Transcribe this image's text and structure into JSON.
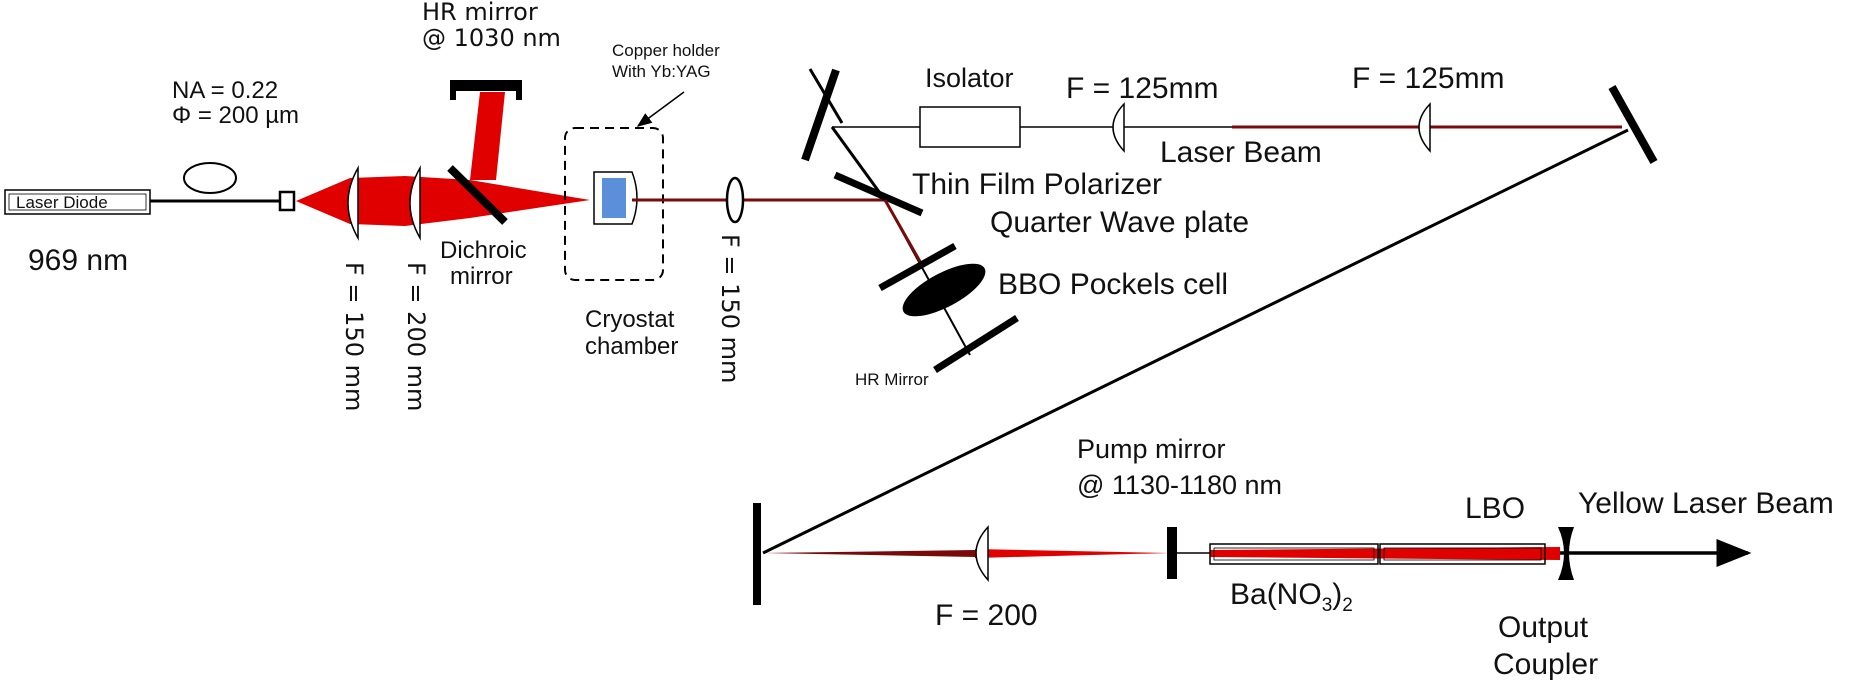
{
  "colors": {
    "beam": "#e00000",
    "dark_beam": "#7a0a0a",
    "crystal": "#5b8fd9",
    "line": "#000000",
    "background": "#ffffff"
  },
  "labels": {
    "laser_diode": "Laser Diode",
    "wavelength": "969 nm",
    "fiber_na": "NA = 0.22",
    "fiber_core": "Φ = 200 µm",
    "lens1_focal": "F = 150 mm",
    "lens2_focal": "F = 200 mm",
    "dichroic_line1": "Dichroic",
    "dichroic_line2": "mirror",
    "hr_mirror_1030_line1": "HR mirror",
    "hr_mirror_1030_line2": "@ 1030 nm",
    "copper_holder_line1": "Copper holder",
    "copper_holder_line2": "With Yb:YAG",
    "cryostat_line1": "Cryostat",
    "cryostat_line2": "chamber",
    "lens3_focal": "F = 150 mm",
    "isolator": "Isolator",
    "lens4_focal": "F  = 125mm",
    "lens5_focal": "F  = 125mm",
    "laser_beam": "Laser Beam",
    "thin_film_polarizer": "Thin Film Polarizer",
    "quarter_wave_plate": "Quarter  Wave plate",
    "pockels_cell": "BBO Pockels cell",
    "hr_mirror": "HR Mirror",
    "pump_mirror_line1": "Pump mirror",
    "pump_mirror_line2": "@ 1130-1180 nm",
    "lbo": "LBO",
    "yellow_beam": "Yellow  Laser Beam",
    "lens6_focal": "F  = 200",
    "ba_no3_prefix": "Ba(NO",
    "ba_no3_sub1": "3",
    "ba_no3_close": ")",
    "ba_no3_sub2": "2",
    "output_coupler_line1": "Output",
    "output_coupler_line2": "Coupler"
  }
}
